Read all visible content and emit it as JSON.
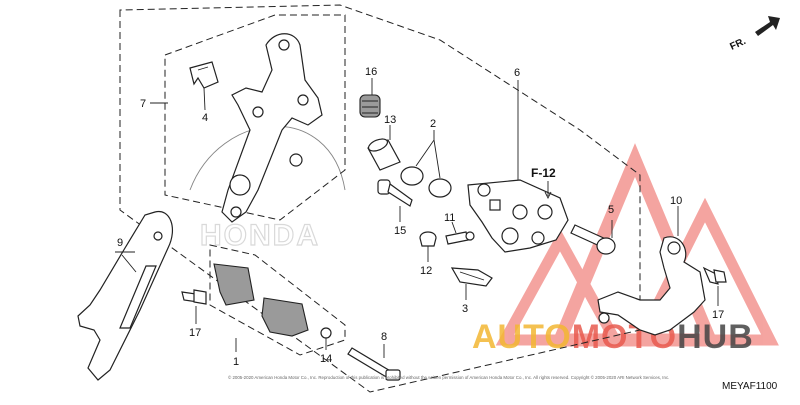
{
  "diagram": {
    "direction_label": "FR.",
    "reference_label": "F-12",
    "diagram_code": "MEYAF1100",
    "copyright": "© 2005-2020 American Honda Motor Co., Inc. Reproduction of this publication is prohibited without the written permission of American Honda Motor Co., Inc. All rights reserved. Copyright © 2005-2020 ARI Network Services, Inc.",
    "background_brand": "HONDA",
    "watermark": {
      "text_a": "AUTO",
      "text_b": "MOTO",
      "text_c": "HUB",
      "color_a": "#f2b632",
      "color_b": "#e85a4f",
      "color_c": "#444444"
    },
    "callouts": [
      "1",
      "2",
      "3",
      "4",
      "5",
      "6",
      "7",
      "8",
      "9",
      "10",
      "11",
      "12",
      "13",
      "14",
      "15",
      "16",
      "17",
      "17"
    ]
  }
}
